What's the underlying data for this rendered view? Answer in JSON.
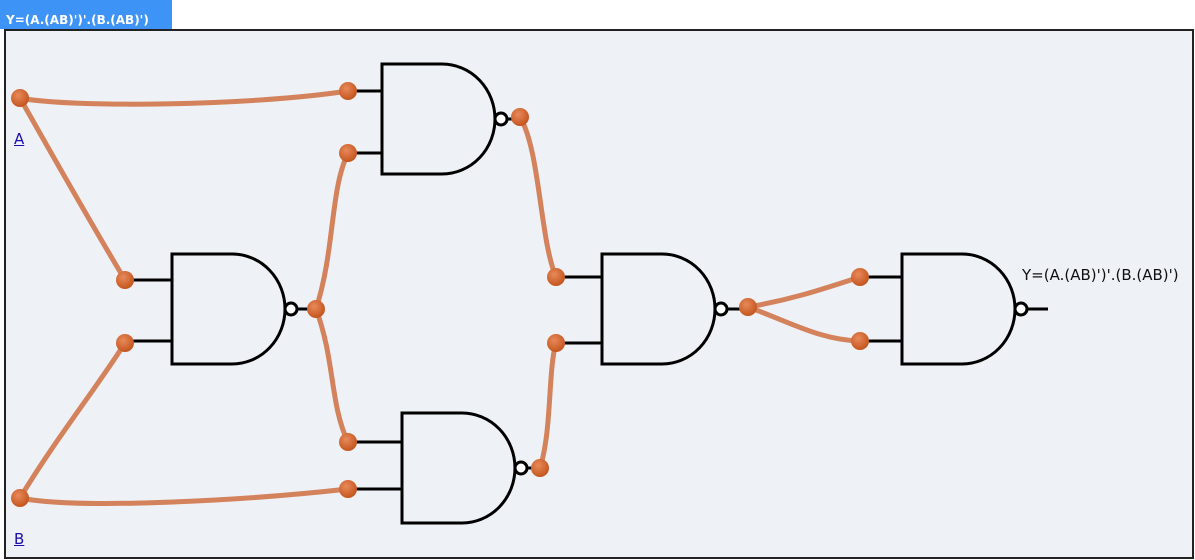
{
  "header": {
    "title": "Y=(A.(AB)')'.(B.(AB)')"
  },
  "inputs": {
    "a_label": "A",
    "b_label": "B"
  },
  "output": {
    "label": "Y=(A.(AB)')'.(B.(AB)')"
  },
  "gates": [
    {
      "type": "NAND",
      "inputs": [
        "A",
        "B"
      ]
    },
    {
      "type": "NAND",
      "inputs": [
        "A",
        "(AB)'"
      ]
    },
    {
      "type": "NAND",
      "inputs": [
        "(AB)'",
        "B"
      ]
    },
    {
      "type": "NAND",
      "inputs": [
        "(A.(AB)')'",
        "(B.(AB)')'"
      ]
    },
    {
      "type": "NAND",
      "inputs": [
        "gate4",
        "gate4"
      ]
    }
  ],
  "colors": {
    "wire": "#d4825c",
    "node": "#d2642a",
    "gate_stroke": "#000000",
    "canvas_bg": "#eef1f5",
    "header_bg": "#3d94f6"
  }
}
